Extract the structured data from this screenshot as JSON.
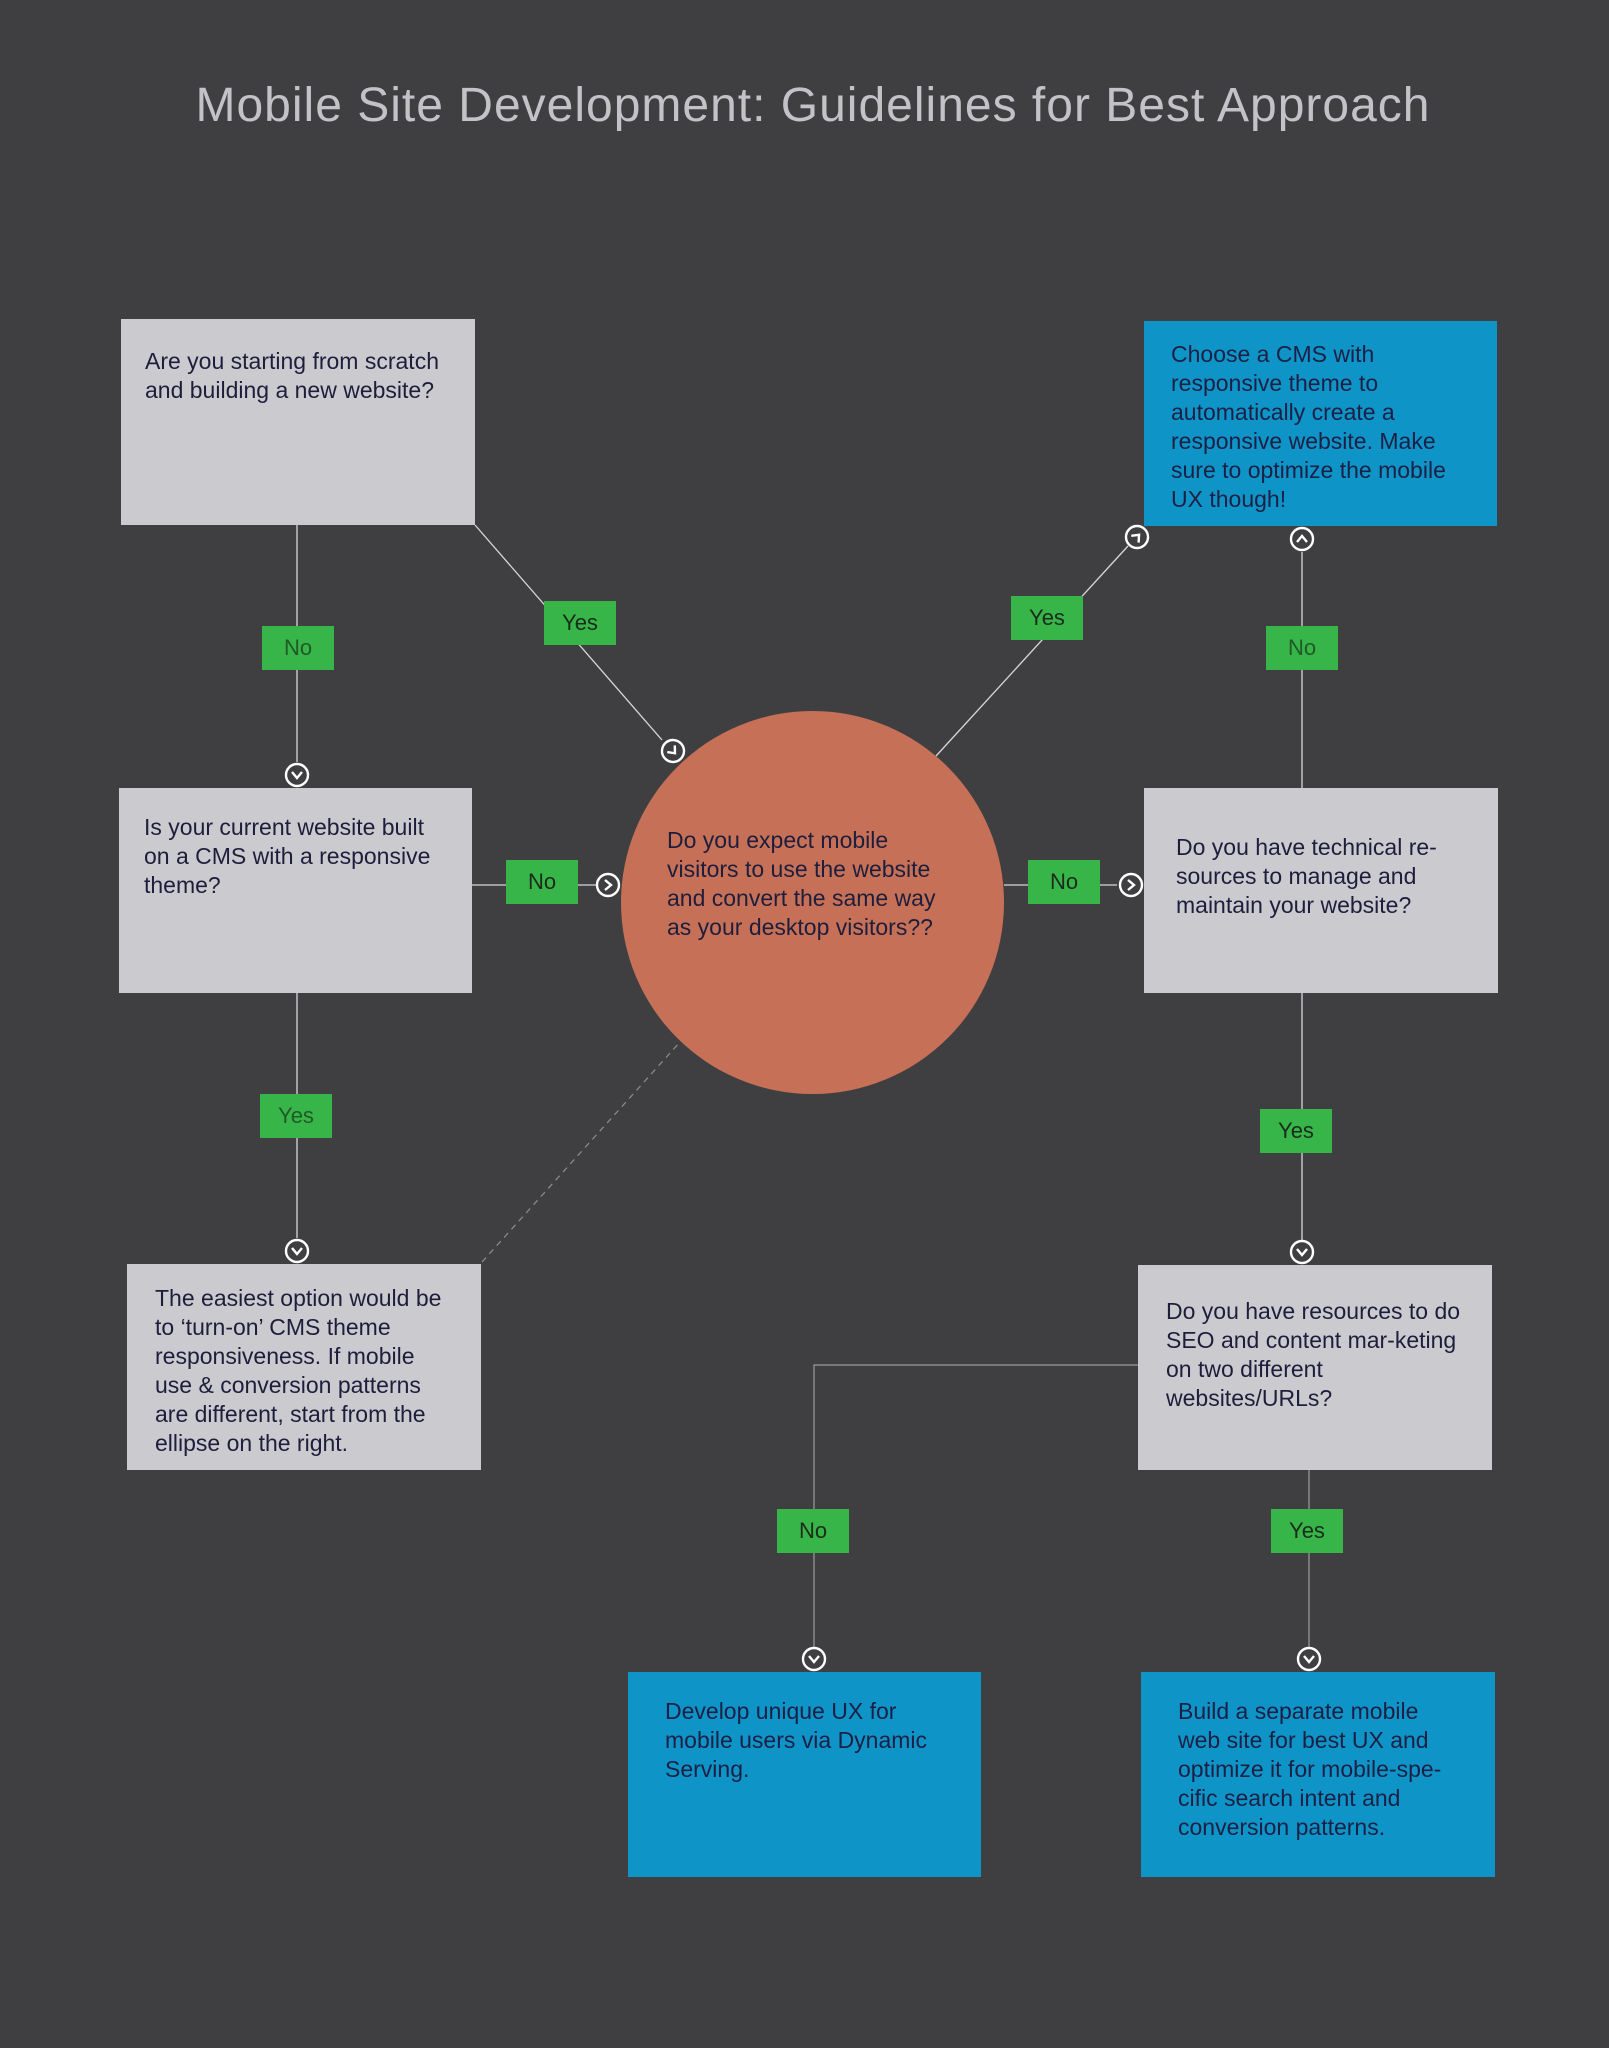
{
  "title": "Mobile Site Development: Guidelines for Best Approach",
  "nodes": {
    "q_scratch": "Are you starting from scratch and building a new website?",
    "q_cms_theme": "Is your current website built on a CMS with a responsive theme?",
    "easiest_option": "The easiest option would be to ‘turn-on’ CMS theme responsiveness. If mobile use & conversion patterns are different, start from the ellipse on the right.",
    "q_expect_mobile": "Do you expect mobile visitors to use the website and convert the same way as your desktop visitors??",
    "choose_cms": "Choose a CMS with responsive theme to automatically create a responsive website. Make sure to optimize the mobile UX though!",
    "q_technical": "Do you have technical re-sources to manage and maintain your website?",
    "q_seo": "Do you have resources to do SEO and content mar-keting on two different websites/URLs?",
    "dynamic_serving": "Develop unique UX for mobile users via Dynamic Serving.",
    "separate_site": "Build a separate mobile web site for best UX and optimize it for mobile-spe-cific search intent and conversion patterns."
  },
  "labels": {
    "scratch_no": "No",
    "scratch_yes": "Yes",
    "cms_no": "No",
    "cms_yes": "Yes",
    "center_yes": "Yes",
    "center_no": "No",
    "technical_no": "No",
    "technical_yes": "Yes",
    "seo_no": "No",
    "seo_yes": "Yes"
  },
  "colors": {
    "background": "#3f3f41",
    "question_box": "#cbcacf",
    "outcome_box": "#0f94c8",
    "decision_circle": "#c67157",
    "answer_tag": "#38b549"
  }
}
